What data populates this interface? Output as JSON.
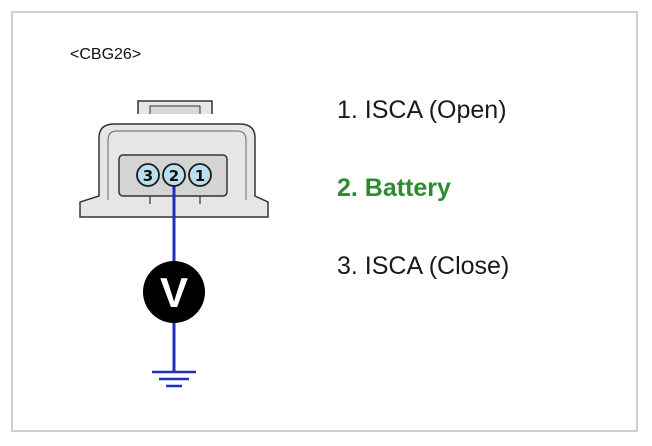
{
  "connector": {
    "name": "<CBG26>",
    "pins": [
      {
        "number": "3"
      },
      {
        "number": "2"
      },
      {
        "number": "1"
      }
    ]
  },
  "meter": {
    "symbol": "V"
  },
  "pin_descriptions": [
    {
      "text": "1. ISCA (Open)",
      "highlighted": false
    },
    {
      "text": "2. Battery",
      "highlighted": true
    },
    {
      "text": "3. ISCA (Close)",
      "highlighted": false
    }
  ],
  "colors": {
    "wire": "#1f2fbf",
    "highlight_text": "#2e8b2e",
    "pin_fill": "#b9dff0",
    "connector_fill": "#e6e6e6",
    "meter_fill": "#000000",
    "frame_border": "#cfcfcf"
  }
}
